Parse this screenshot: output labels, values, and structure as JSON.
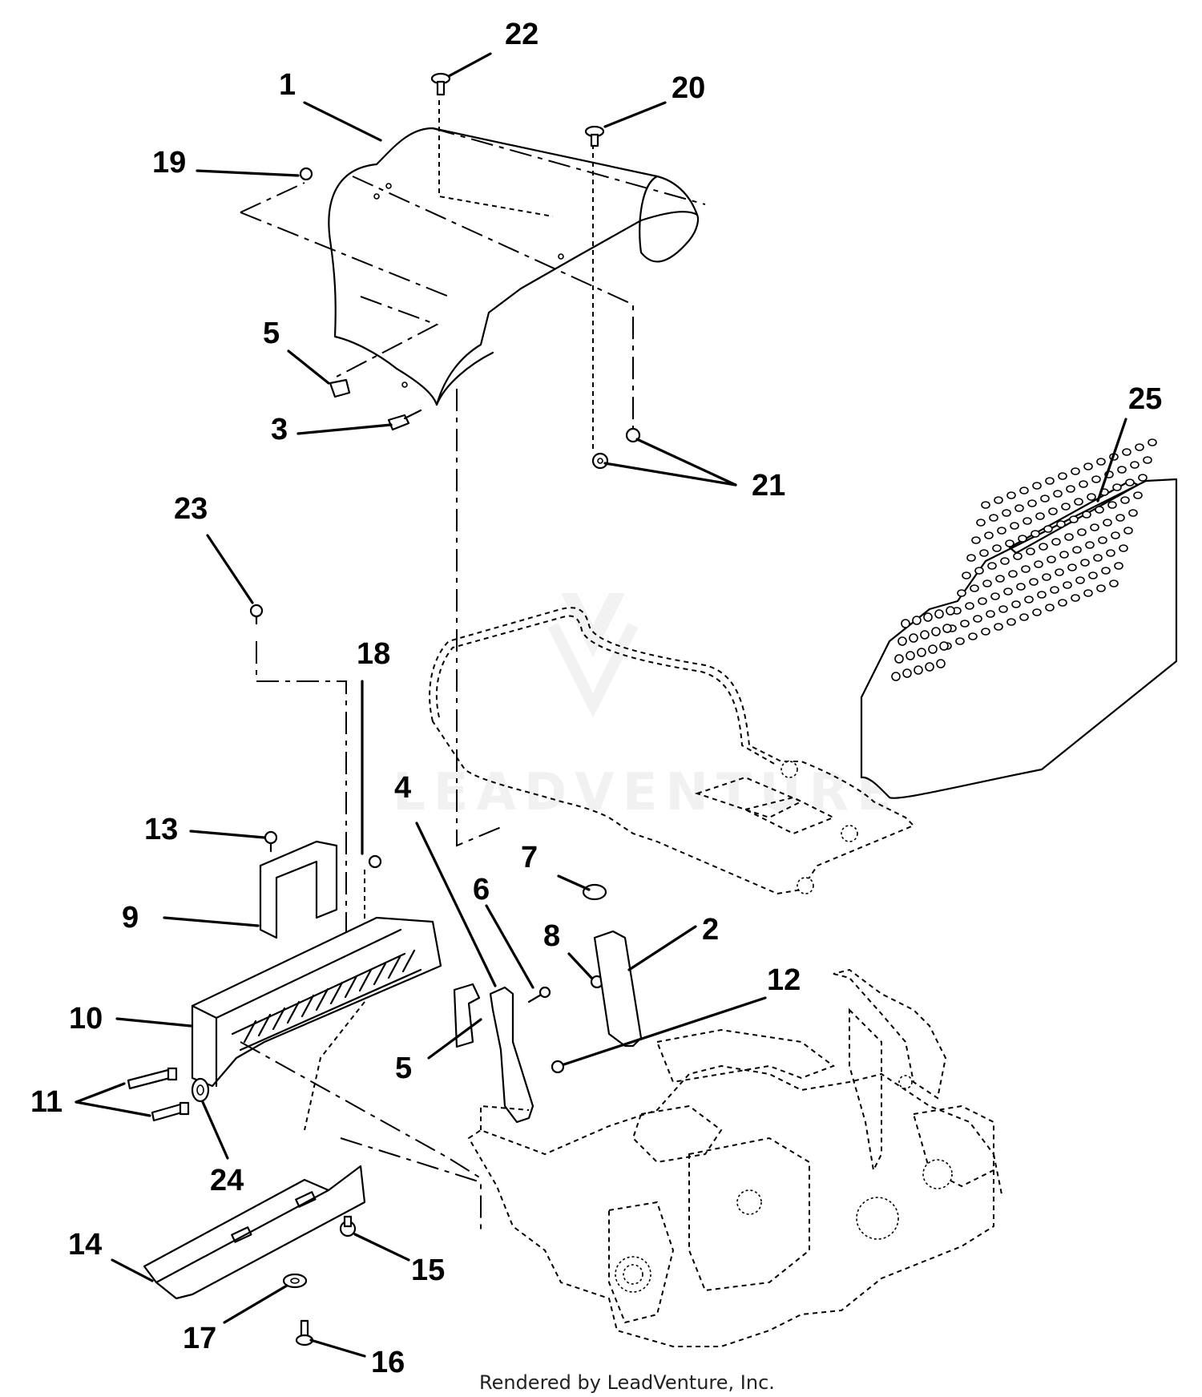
{
  "labels": {
    "l1": "1",
    "l2": "2",
    "l3": "3",
    "l4": "4",
    "l5a": "5",
    "l5b": "5",
    "l6": "6",
    "l7": "7",
    "l8": "8",
    "l9": "9",
    "l10": "10",
    "l11": "11",
    "l12": "12",
    "l13": "13",
    "l14": "14",
    "l15": "15",
    "l16": "16",
    "l17": "17",
    "l18": "18",
    "l19": "19",
    "l20": "20",
    "l21": "21",
    "l22": "22",
    "l23": "23",
    "l24": "24",
    "l25": "25"
  },
  "footer": "Rendered by LeadVenture, Inc.",
  "watermark": "LEADVENTURE"
}
